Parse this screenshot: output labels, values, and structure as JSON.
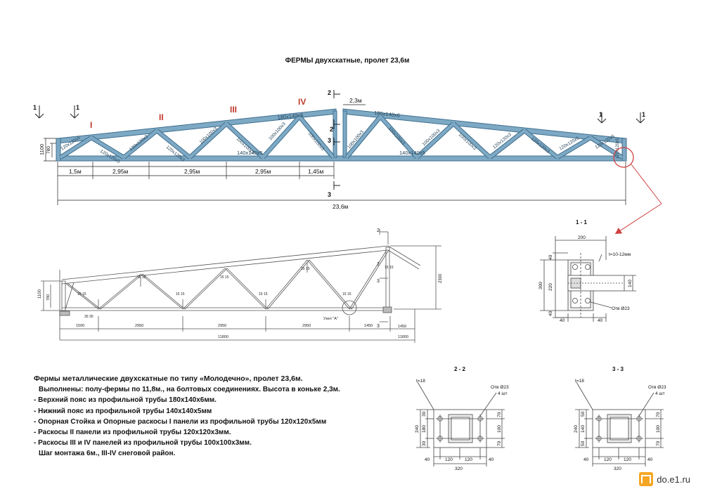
{
  "title": "ФЕРМЫ двухскатные, пролет 23,6м",
  "truss": {
    "panels": [
      "I",
      "II",
      "III",
      "IV"
    ],
    "top_chord": [
      "180х140х6",
      "180х140х6"
    ],
    "bottom_chord": [
      "140х140х5",
      "140х140х5"
    ],
    "members_left": [
      "120х120х5",
      "120х120х5",
      "120х120х3",
      "120х120х3",
      "100х100х3",
      "100х100х3",
      "100х100х3",
      "100х100х3"
    ],
    "members_right": [
      "100х100х3",
      "100х100х3",
      "100х100х3",
      "100х100х3",
      "120х120х3",
      "120х120х3",
      "120х120х5",
      "120х120х5"
    ],
    "post_label": "120х120х5",
    "heights": [
      "1100",
      "780"
    ],
    "ridge_height": "2,3м",
    "dims": [
      "1,5м",
      "2,95м",
      "2,95м",
      "2,95м",
      "1,45м"
    ],
    "span": "23,6м",
    "sections": [
      "1",
      "1",
      "1",
      "1",
      "2",
      "2",
      "3",
      "3"
    ]
  },
  "half_truss": {
    "dims": [
      "1500",
      "2950",
      "2950",
      "2950",
      "1450",
      "1450"
    ],
    "total": "11800",
    "total2": "11800",
    "heights": [
      "1100",
      "780",
      "2300"
    ],
    "node": "Узел \"А\"",
    "marks": [
      "2",
      "2",
      "3",
      "3"
    ],
    "mark_15": "15  15",
    "mark_30": "30  30"
  },
  "section_1_1": {
    "label": "1 - 1",
    "top": "200",
    "t": "t=10-12мм",
    "left_dims": [
      "40",
      "220",
      "40"
    ],
    "height": "300",
    "tube": "140",
    "bottom_dims": [
      "40",
      "40"
    ],
    "hole": "Отв Ø23"
  },
  "section_2_2": {
    "label": "2 - 2",
    "t": "t=18",
    "hole": "Отв Ø23",
    "count": "4 шт",
    "left_dims": [
      "30",
      "180",
      "30"
    ],
    "height": "240",
    "right_dims": [
      "70",
      "100",
      "70"
    ],
    "bottom_dims": [
      "40",
      "120",
      "120",
      "40"
    ],
    "width": "320"
  },
  "section_3_3": {
    "label": "3 - 3",
    "t": "t=18",
    "hole": "Отв Ø23",
    "count": "4 шт",
    "left_dims": [
      "50",
      "140",
      "50"
    ],
    "height": "240",
    "right_dims": [
      "70",
      "100",
      "70"
    ],
    "bottom_dims": [
      "40",
      "120",
      "120",
      "40"
    ],
    "width": "320"
  },
  "description": {
    "title": "Фермы металлические двухскатные по типу «Молодечно», пролет 23,6м.",
    "line1": "Выполнены: полу-фермы по 11,8м., на болтовых соединениях. Высота в коньке 2,3м.",
    "items": [
      "- Верхний пояс из профильной трубы 180х140х6мм.",
      "- Нижний пояс из профильной трубы 140х140х5мм",
      "- Опорная Стойка и Опорные раскосы I панели из профильной трубы 120х120х5мм",
      "- Раскосы II панели из профильной трубы 120х120х3мм.",
      "- Раскосы III и IV панелей из профильной трубы 100х100х3мм."
    ],
    "footer": "Шаг монтажа 6м., III-IV снеговой район."
  },
  "watermark": "do.e1.ru",
  "colors": {
    "steel": "#7ea9c4",
    "steel_dark": "#3f6f8f",
    "panel_red": "#c0392b",
    "callout": "#d04040"
  }
}
